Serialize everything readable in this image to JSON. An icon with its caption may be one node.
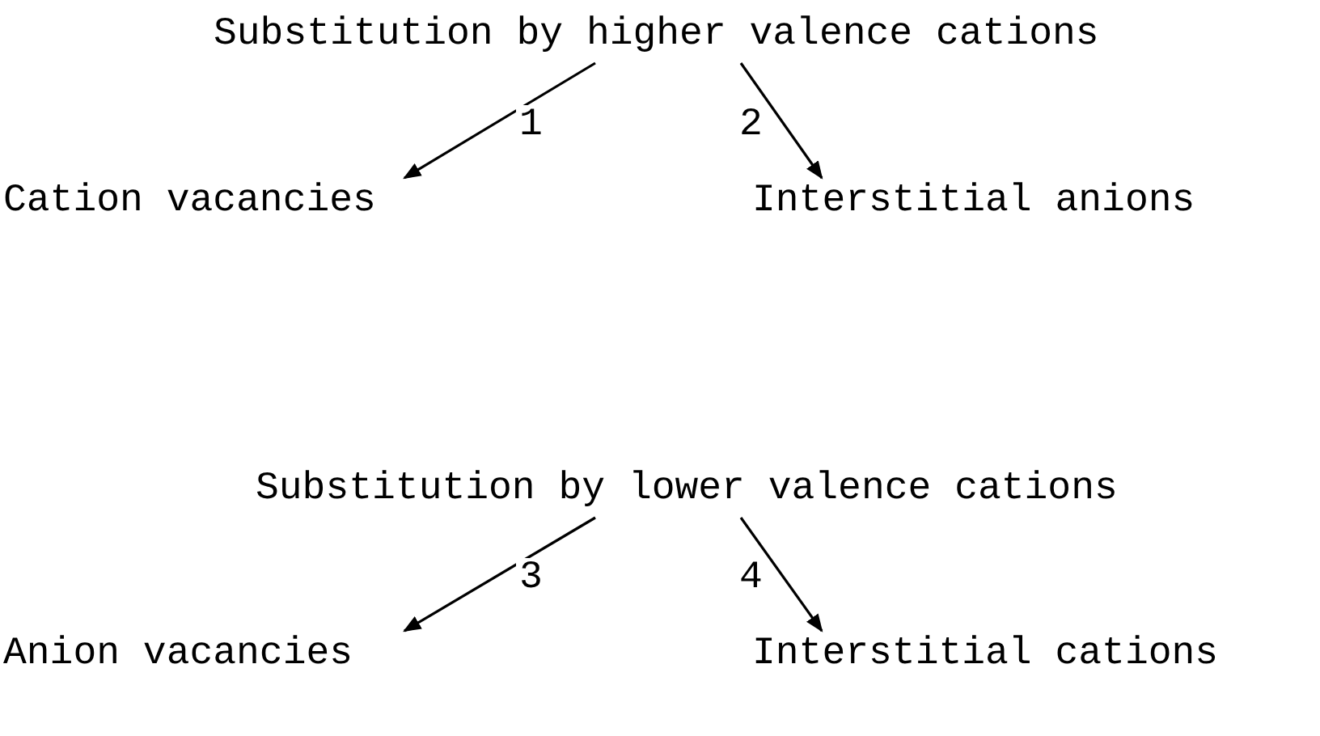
{
  "diagram": {
    "nodes": [
      {
        "text": [
          "Substitution by higher valence cations"
        ]
      },
      {
        "text": [
          "Cation vacancies"
        ]
      },
      {
        "text": [
          "Interstitial anions"
        ]
      },
      {
        "text": [
          "Substitution by lower valence cations"
        ]
      },
      {
        "text": [
          "Anion vacancies"
        ]
      },
      {
        "text": [
          "Interstitial cations"
        ]
      }
    ],
    "edges": [
      {
        "from": 0,
        "to": 1,
        "arrow": "to",
        "label": "1"
      },
      {
        "from": 0,
        "to": 2,
        "arrow": "to",
        "label": "2"
      },
      {
        "from": 3,
        "to": 4,
        "arrow": "to",
        "label": "3"
      },
      {
        "from": 3,
        "to": 5,
        "arrow": "to",
        "label": "4"
      }
    ]
  }
}
